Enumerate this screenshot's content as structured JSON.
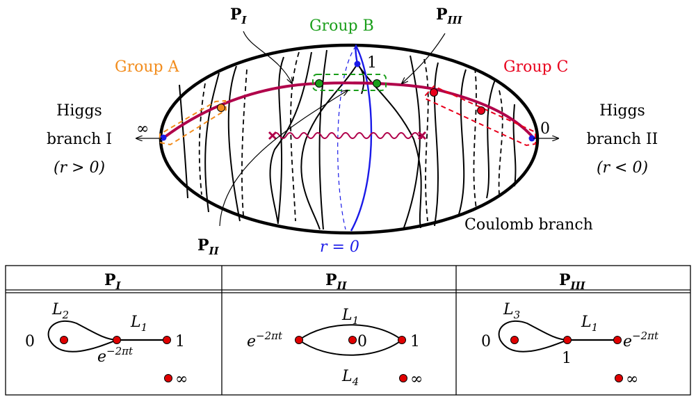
{
  "colors": {
    "orange": "#f28c1c",
    "green": "#1a9e1a",
    "red": "#e8001c",
    "crimson": "#b0004a",
    "blue": "#1a1ae8",
    "dot_red": "#e00000"
  },
  "groups": {
    "a": "Group A",
    "b": "Group B",
    "c": "Group C"
  },
  "higgs_left": {
    "line1": "Higgs",
    "line2": "branch I",
    "line3": "(r > 0)"
  },
  "higgs_right": {
    "line1": "Higgs",
    "line2": "branch II",
    "line3": "(r < 0)"
  },
  "points": {
    "infinity": "∞",
    "zero": "0",
    "one": "1"
  },
  "labels": {
    "coulomb": "Coulomb branch",
    "r_zero": "r = 0",
    "p": "P",
    "sub_i": "I",
    "sub_ii": "II",
    "sub_iii": "III"
  },
  "table": {
    "headers": [
      {
        "main": "P",
        "sub": "I"
      },
      {
        "main": "P",
        "sub": "II"
      },
      {
        "main": "P",
        "sub": "III"
      }
    ],
    "cell1": {
      "curve_top": "L",
      "curve_top_sub": "2",
      "curve_right": "L",
      "curve_right_sub": "1",
      "zero": "0",
      "one": "1",
      "exp": "e",
      "exp_power": "−2πt",
      "inf": "∞"
    },
    "cell2": {
      "curve_top": "L",
      "curve_top_sub": "1",
      "curve_bottom": "L",
      "curve_bottom_sub": "4",
      "zero": "0",
      "one": "1",
      "exp": "e",
      "exp_power": "−2πt",
      "inf": "∞"
    },
    "cell3": {
      "curve_top": "L",
      "curve_top_sub": "3",
      "curve_right": "L",
      "curve_right_sub": "1",
      "zero": "0",
      "one": "1",
      "exp": "e",
      "exp_power": "−2πt",
      "inf": "∞"
    }
  }
}
